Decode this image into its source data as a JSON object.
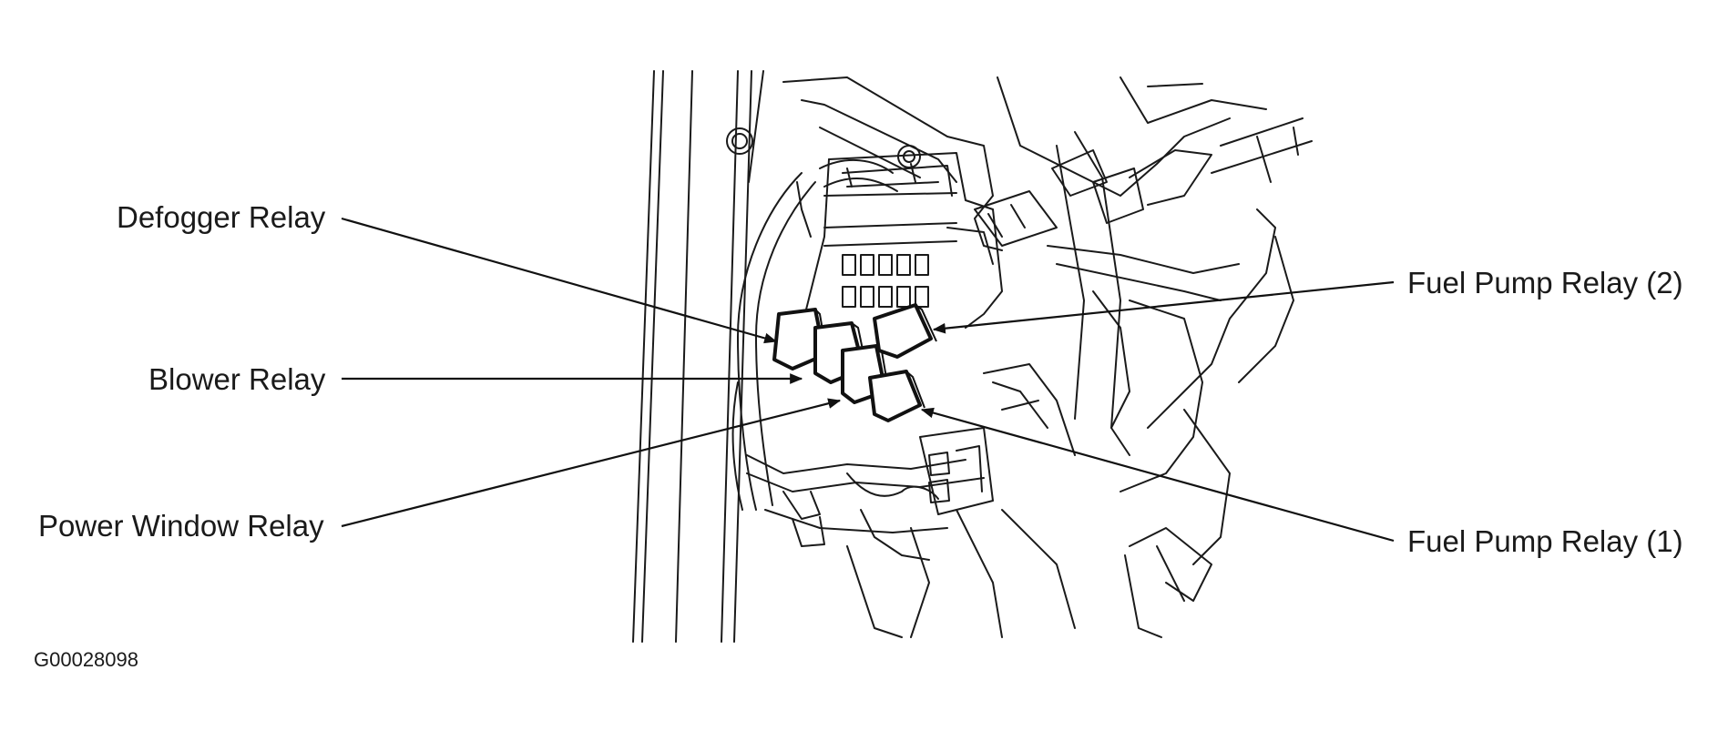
{
  "figure_code": "G00028098",
  "callouts": {
    "defogger_relay": "Defogger Relay",
    "blower_relay": "Blower Relay",
    "power_window_relay": "Power Window Relay",
    "fuel_pump_relay_2": "Fuel Pump Relay (2)",
    "fuel_pump_relay_1": "Fuel Pump Relay (1)"
  }
}
